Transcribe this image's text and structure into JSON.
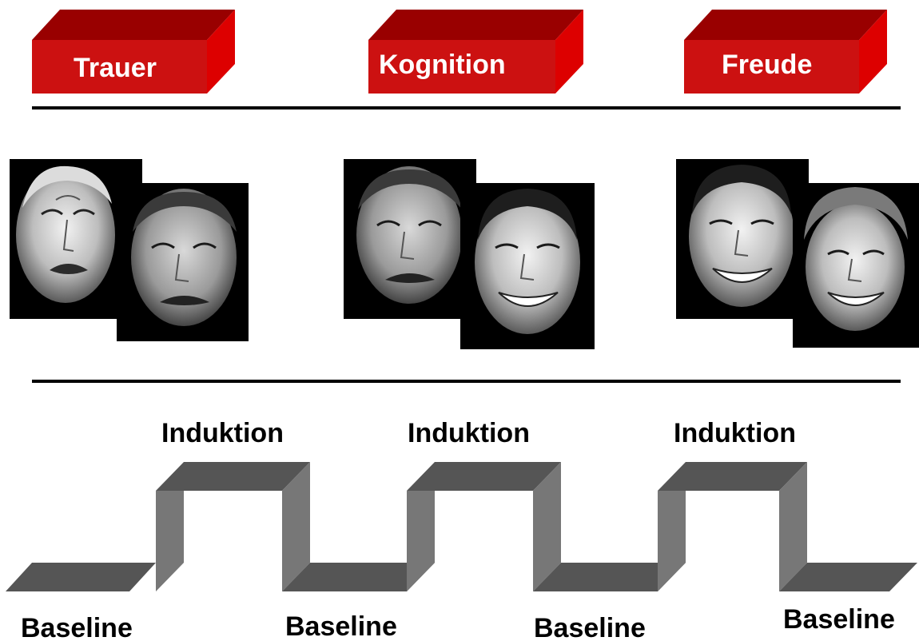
{
  "conditions": [
    {
      "label": "Trauer",
      "faces": [
        "sad-male-face",
        "sad-female-face"
      ]
    },
    {
      "label": "Kognition",
      "faces": [
        "sad-female-face",
        "happy-male-face"
      ]
    },
    {
      "label": "Freude",
      "faces": [
        "happy-male-face",
        "happy-female-face"
      ]
    }
  ],
  "phases": {
    "induktion": [
      "Induktion",
      "Induktion",
      "Induktion"
    ],
    "baseline": [
      "Baseline",
      "Baseline",
      "Baseline",
      "Baseline"
    ]
  },
  "colors": {
    "block_front": "#cc1111",
    "block_top": "#990000",
    "block_side": "#dd0000",
    "step_top": "#555555",
    "step_front": "#777777",
    "divider": "#000000",
    "face_bg": "#000000"
  }
}
